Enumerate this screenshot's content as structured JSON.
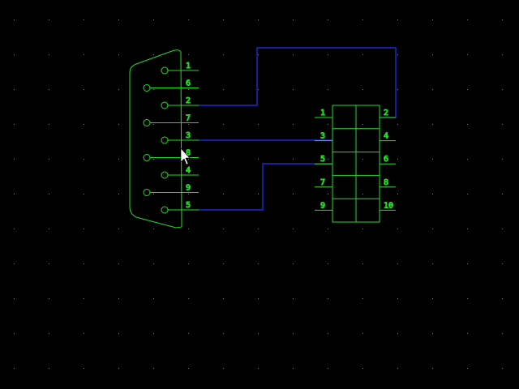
{
  "colors": {
    "background": "#000000",
    "grid_dot": "#7a7a7a",
    "symbol": "#22dd22",
    "wire": "#2233ff",
    "pin_number": "#ffff33",
    "cursor": "#ffffff"
  },
  "db9_connector": {
    "pin_labels": [
      "1",
      "6",
      "2",
      "7",
      "3",
      "8",
      "4",
      "9",
      "5"
    ]
  },
  "header_connector": {
    "left_pin_labels": [
      "1",
      "3",
      "5",
      "7",
      "9"
    ],
    "right_pin_labels": [
      "2",
      "4",
      "6",
      "8",
      "10"
    ]
  },
  "connections": [
    {
      "from": "DB9 pin 2",
      "to": "Header pin 2"
    },
    {
      "from": "DB9 pin 3",
      "to": "Header pin 3"
    },
    {
      "from": "DB9 pin 5",
      "to": "Header pin 5"
    }
  ],
  "cursor_icon": "arrow-pointer-icon"
}
